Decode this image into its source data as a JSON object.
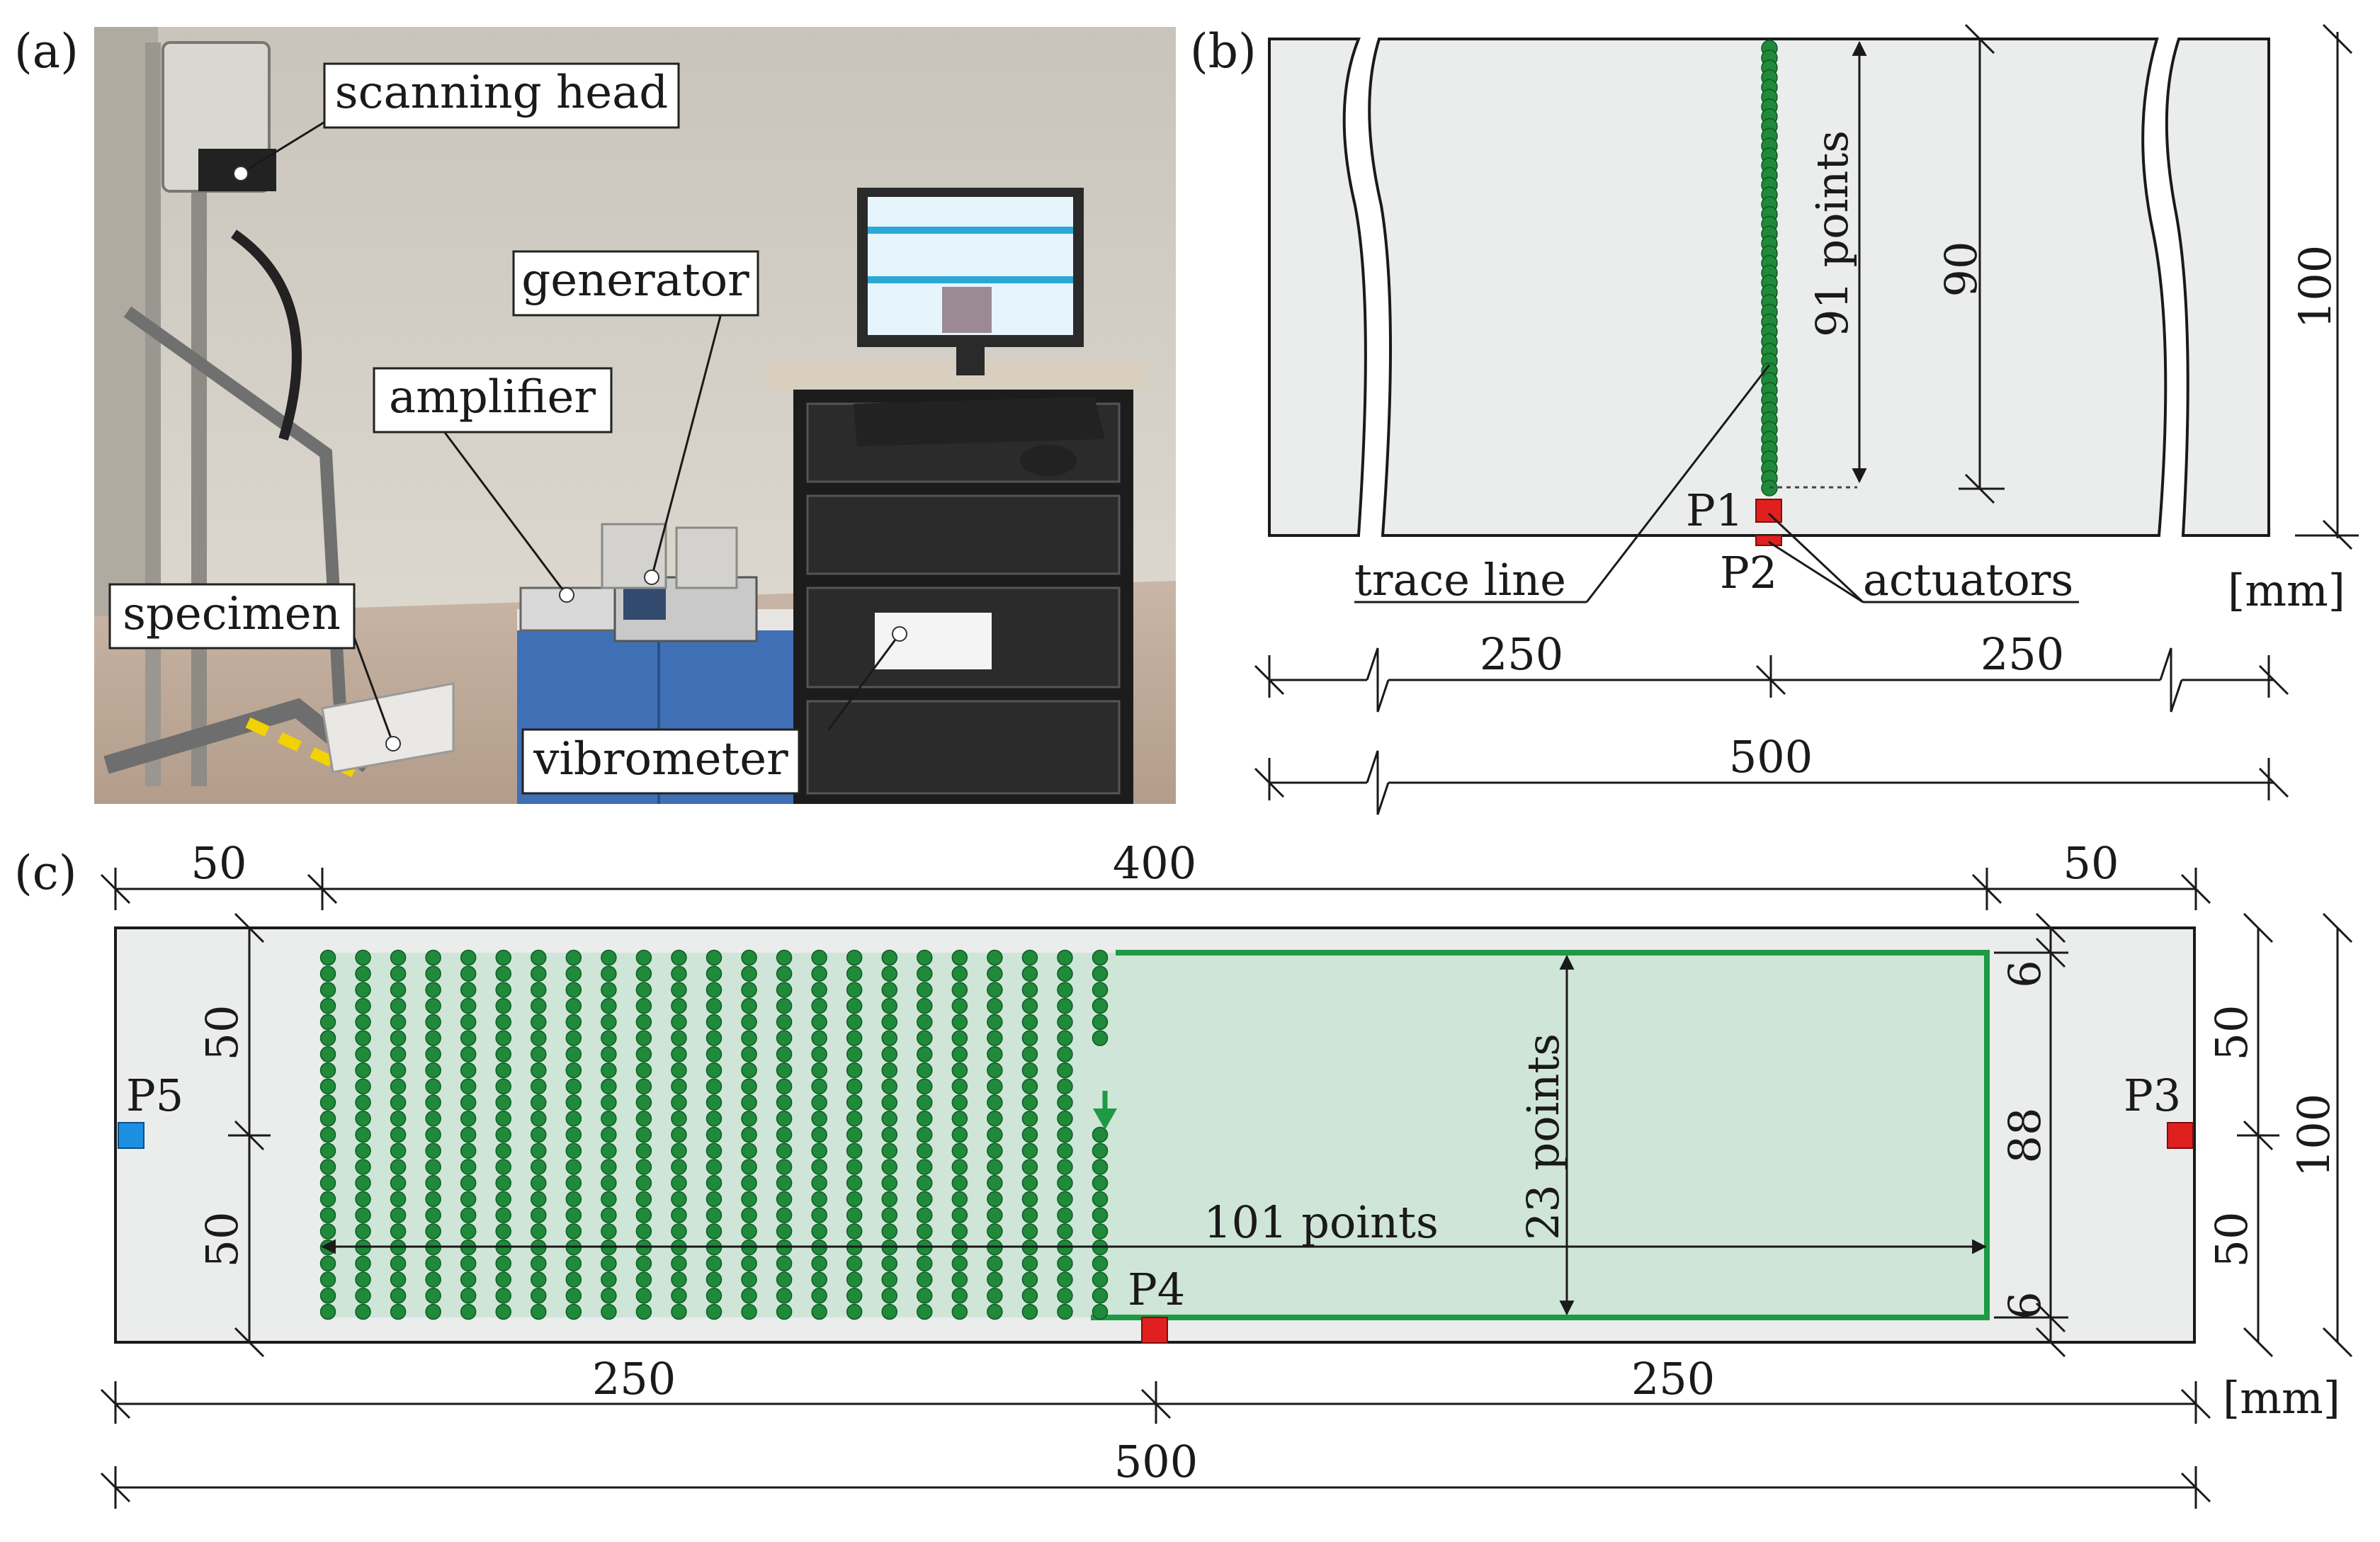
{
  "panels": {
    "a": "(a)",
    "b": "(b)",
    "c": "(c)"
  },
  "panel_a": {
    "callouts": {
      "scanning_head": "scanning head",
      "generator": "generator",
      "amplifier": "amplifier",
      "specimen": "specimen",
      "vibrometer": "vibrometer"
    }
  },
  "panel_b": {
    "dim_90": "90",
    "dim_100": "100",
    "points_label": "91 points",
    "p1": "P1",
    "p2": "P2",
    "trace_line": "trace line",
    "actuators": "actuators",
    "unit": "[mm]",
    "dim_250_left": "250",
    "dim_250_right": "250",
    "dim_500": "500"
  },
  "panel_c": {
    "dim_50_left": "50",
    "dim_400": "400",
    "dim_50_right": "50",
    "dim_50_v_top": "50",
    "dim_50_v_bottom": "50",
    "p5": "P5",
    "p3": "P3",
    "p4": "P4",
    "points_23": "23 points",
    "points_101": "101 points",
    "dim_6_top": "6",
    "dim_88": "88",
    "dim_6_bottom": "6",
    "dim_50_r_top": "50",
    "dim_50_r_bottom": "50",
    "dim_100": "100",
    "dim_250_left": "250",
    "dim_250_right": "250",
    "unit": "[mm]",
    "dim_500": "500"
  },
  "colors": {
    "specimen_fill": "#ebedec",
    "scan_point": "#1f8a3a",
    "scan_area": "#cfe5d8",
    "scan_border": "#1e9a45",
    "actuator_red": "#e0201e",
    "sensor_blue": "#1d8fe0"
  }
}
